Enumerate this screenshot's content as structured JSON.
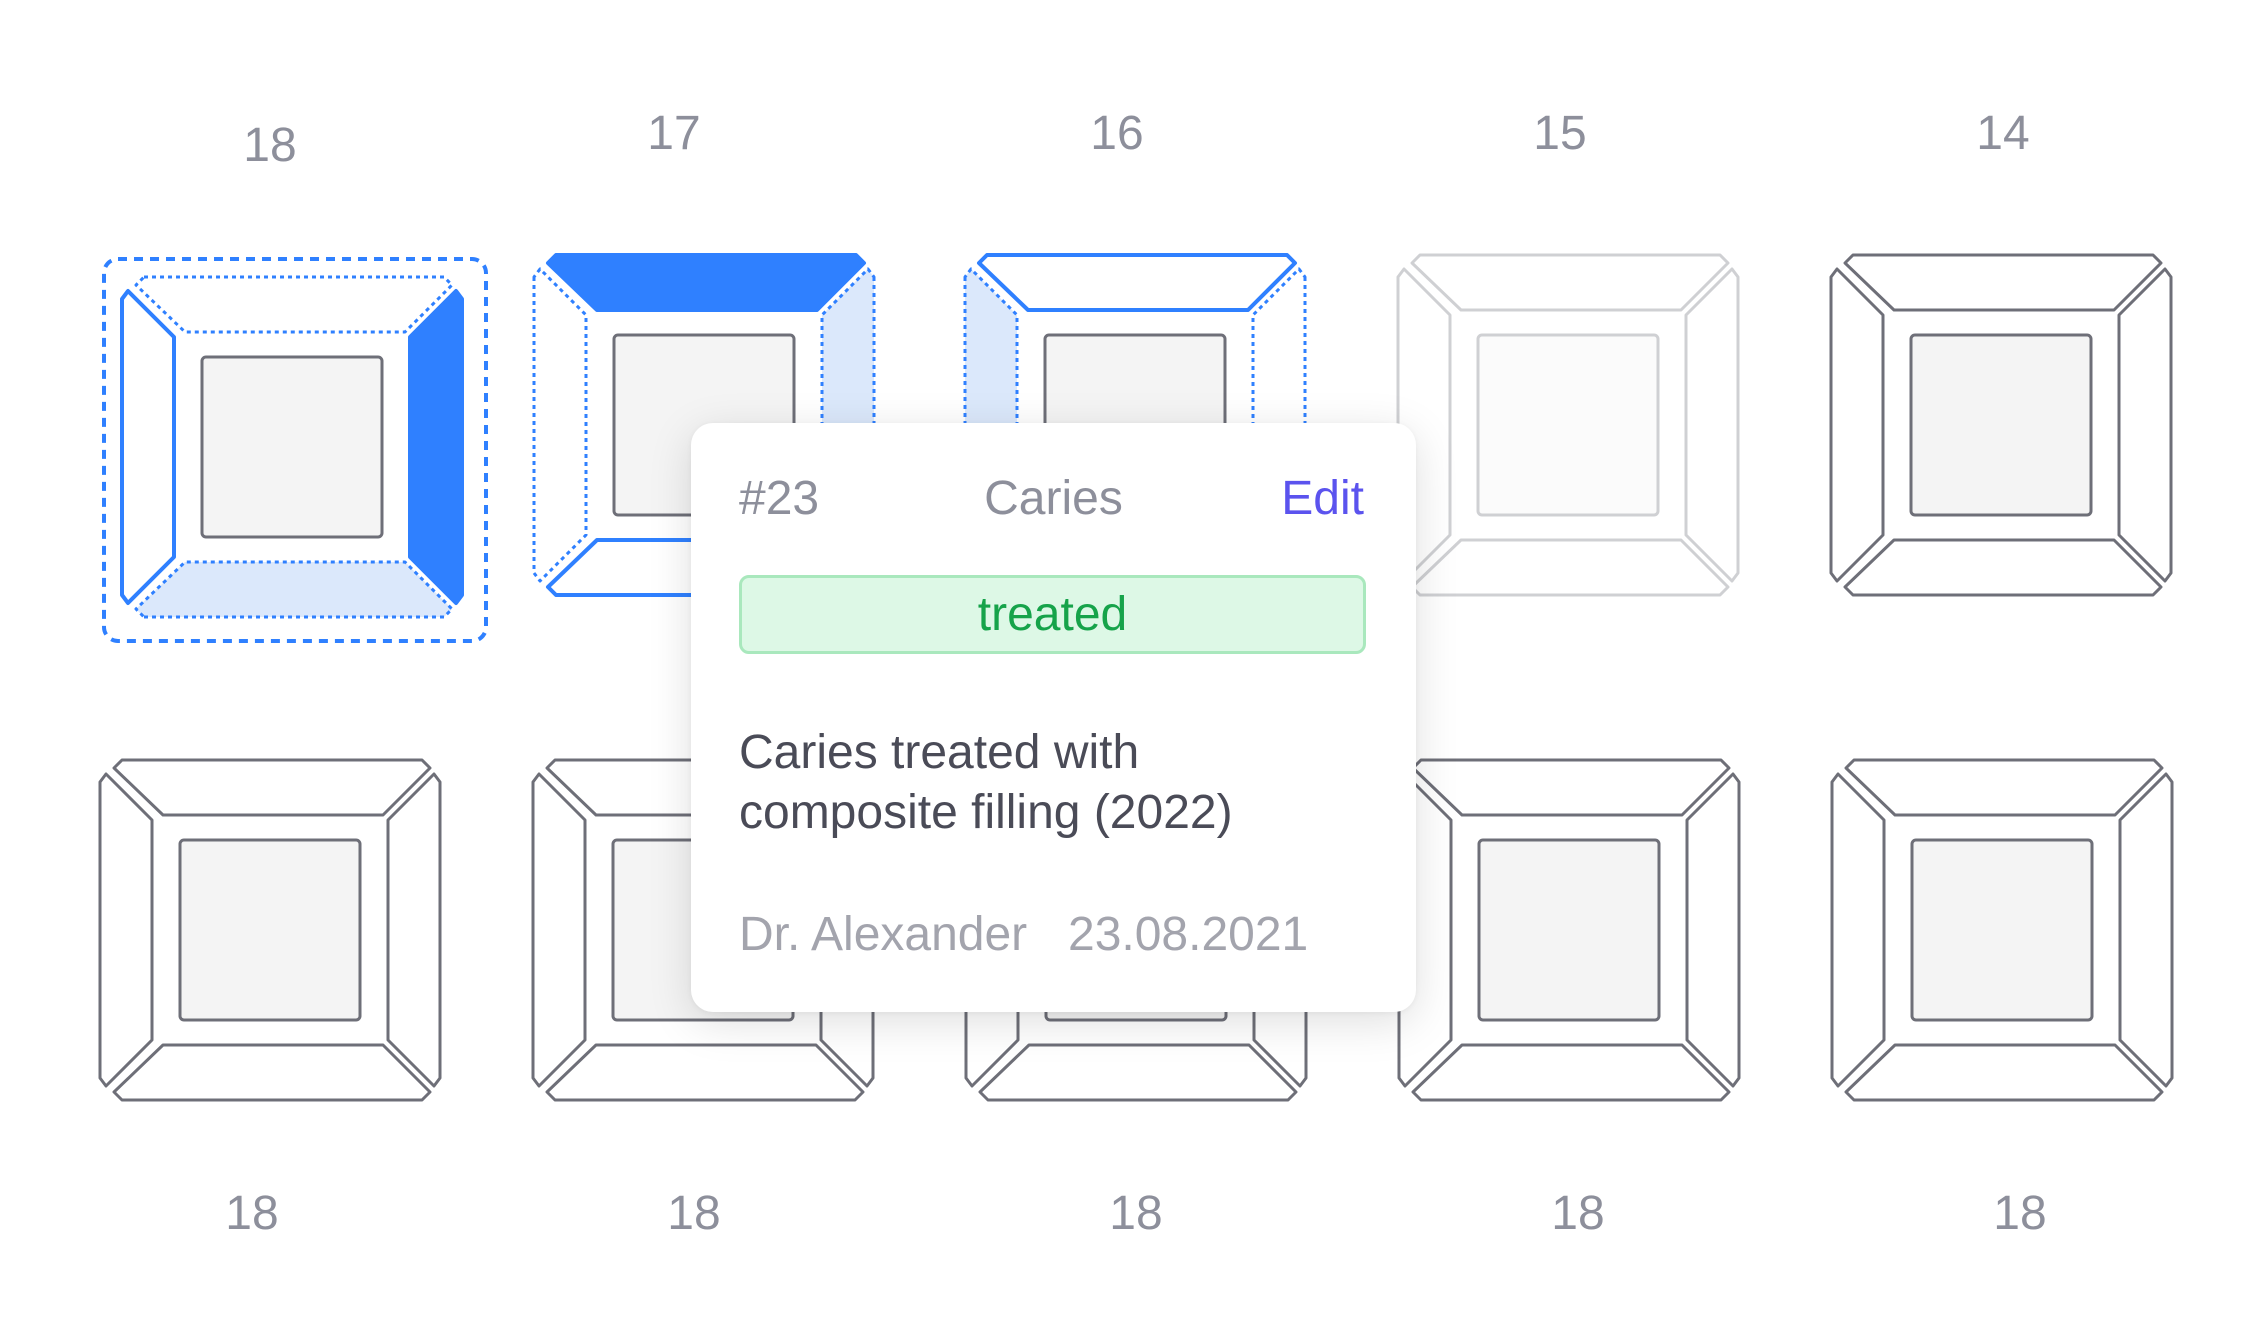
{
  "upper_numbers": [
    "18",
    "17",
    "16",
    "15",
    "14"
  ],
  "lower_numbers": [
    "18",
    "18",
    "18",
    "18",
    "18"
  ],
  "popup": {
    "id": "#23",
    "title": "Caries",
    "edit_label": "Edit",
    "status": "treated",
    "description_line1": "Caries treated with",
    "description_line2": "composite filling (2022)",
    "doctor": "Dr. Alexander",
    "date": "23.08.2021"
  },
  "colors": {
    "accent_blue": "#2f80ff",
    "light_blue_fill": "#dbe8fb",
    "status_green": "#16a34a",
    "status_bg": "#ddf8e6",
    "edit_purple": "#5b53ee"
  }
}
